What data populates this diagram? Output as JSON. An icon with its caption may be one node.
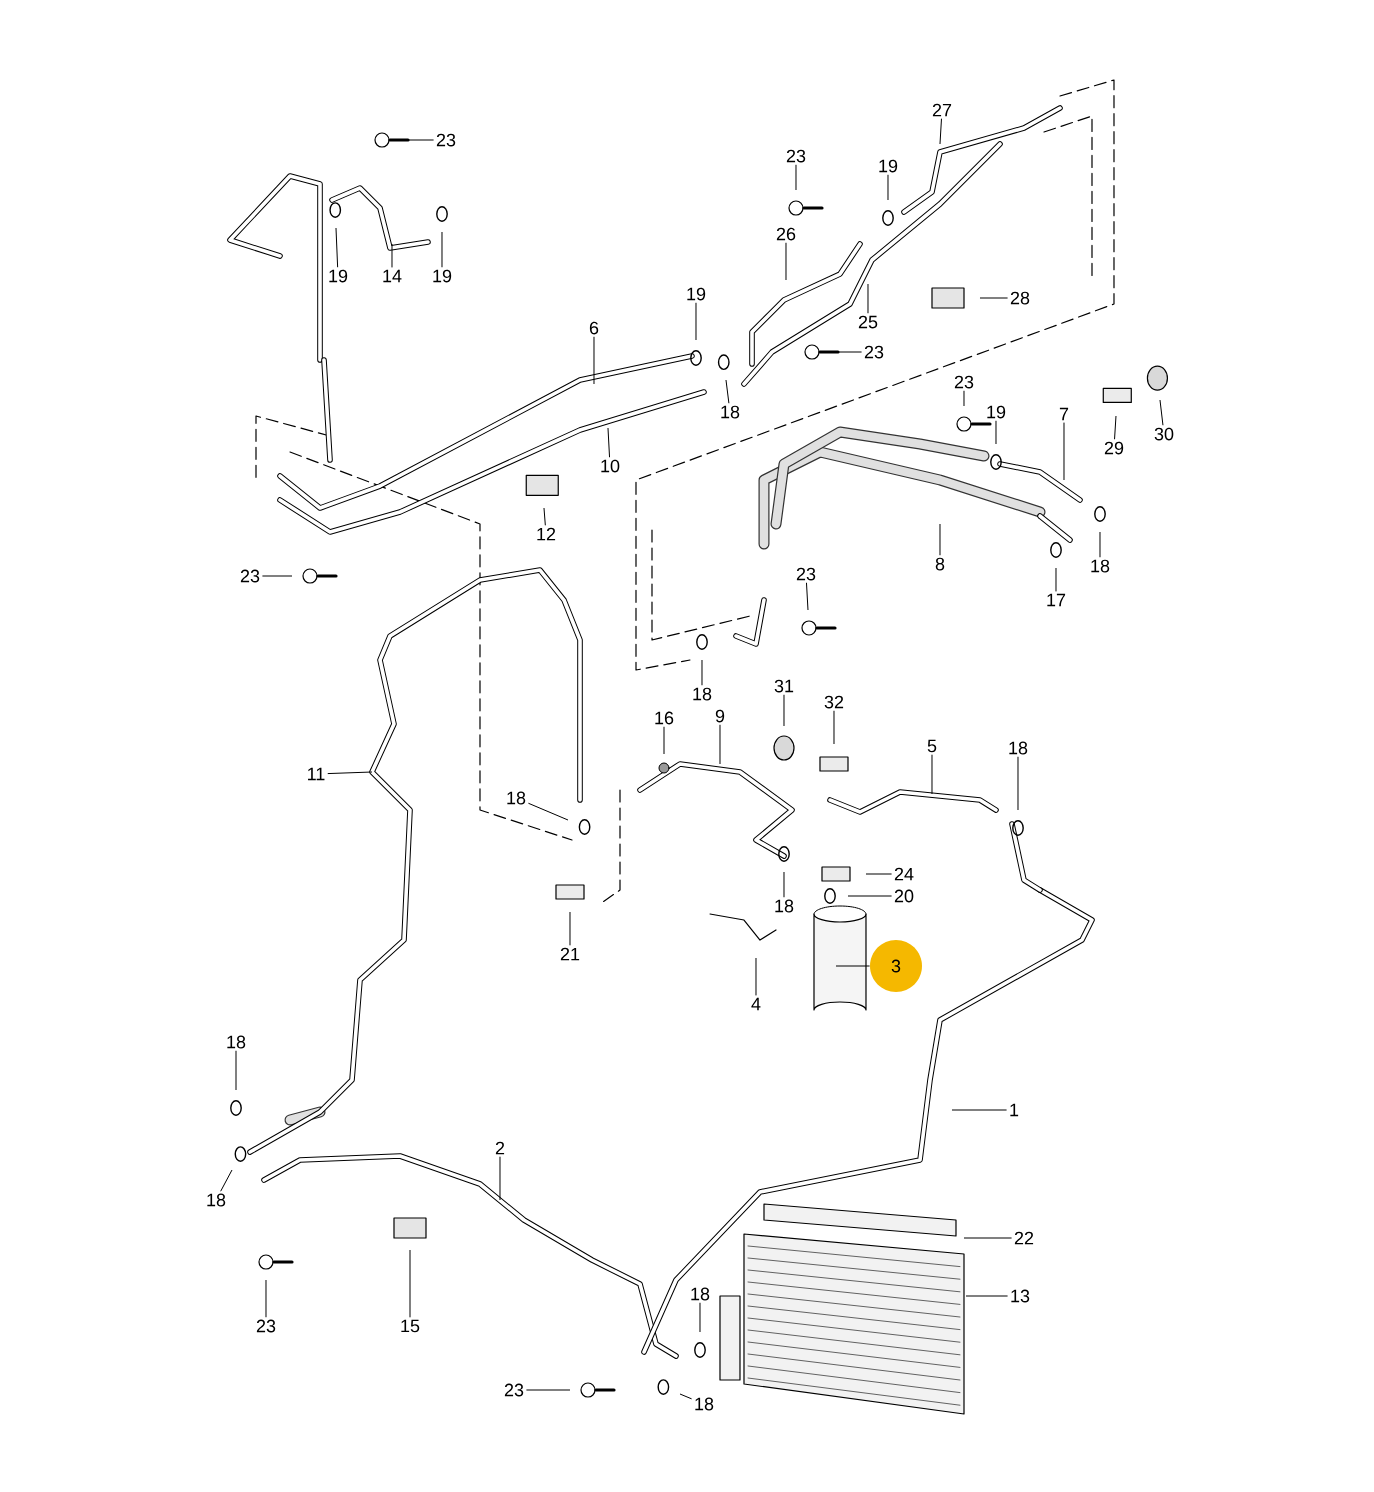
{
  "diagram": {
    "nodes": [
      {
        "text": [
          "23"
        ]
      },
      {
        "text": [
          "27"
        ]
      },
      {
        "text": [
          "23"
        ]
      },
      {
        "text": [
          "19"
        ]
      },
      {
        "text": [
          "26"
        ]
      },
      {
        "text": [
          "19"
        ]
      },
      {
        "text": [
          "14"
        ]
      },
      {
        "text": [
          "19"
        ]
      },
      {
        "text": [
          "19"
        ]
      },
      {
        "text": [
          "28"
        ]
      },
      {
        "text": [
          "25"
        ]
      },
      {
        "text": [
          "6"
        ]
      },
      {
        "text": [
          "23"
        ]
      },
      {
        "text": [
          "18"
        ]
      },
      {
        "text": [
          "23"
        ]
      },
      {
        "text": [
          "19"
        ]
      },
      {
        "text": [
          "7"
        ]
      },
      {
        "text": [
          "30"
        ]
      },
      {
        "text": [
          "29"
        ]
      },
      {
        "text": [
          "10"
        ]
      },
      {
        "text": [
          "12"
        ]
      },
      {
        "text": [
          "8"
        ]
      },
      {
        "text": [
          "18"
        ]
      },
      {
        "text": [
          "23"
        ]
      },
      {
        "text": [
          "23"
        ]
      },
      {
        "text": [
          "17"
        ]
      },
      {
        "text": [
          "18"
        ]
      },
      {
        "text": [
          "31"
        ]
      },
      {
        "text": [
          "32"
        ]
      },
      {
        "text": [
          "16"
        ]
      },
      {
        "text": [
          "9"
        ]
      },
      {
        "text": [
          "5"
        ]
      },
      {
        "text": [
          "18"
        ]
      },
      {
        "text": [
          "11"
        ]
      },
      {
        "text": [
          "18"
        ]
      },
      {
        "text": [
          "24"
        ]
      },
      {
        "text": [
          "20"
        ]
      },
      {
        "text": [
          "18"
        ]
      },
      {
        "text": [
          "21"
        ]
      },
      {
        "text": [
          "3"
        ]
      },
      {
        "text": [
          "4"
        ]
      },
      {
        "text": [
          "18"
        ]
      },
      {
        "text": [
          "1"
        ]
      },
      {
        "text": [
          "2"
        ]
      },
      {
        "text": [
          "18"
        ]
      },
      {
        "text": [
          "22"
        ]
      },
      {
        "text": [
          "13"
        ]
      },
      {
        "text": [
          "18"
        ]
      },
      {
        "text": [
          "23"
        ]
      },
      {
        "text": [
          "15"
        ]
      },
      {
        "text": [
          "23"
        ]
      },
      {
        "text": [
          "18"
        ]
      }
    ],
    "edges": [
      {
        "from": 0,
        "to": null,
        "arrow": "none"
      },
      {
        "from": 1,
        "to": null,
        "arrow": "none"
      },
      {
        "from": 2,
        "to": null,
        "arrow": "none"
      },
      {
        "from": 3,
        "to": null,
        "arrow": "none"
      },
      {
        "from": 4,
        "to": null,
        "arrow": "none"
      },
      {
        "from": 5,
        "to": null,
        "arrow": "none"
      },
      {
        "from": 6,
        "to": null,
        "arrow": "none"
      },
      {
        "from": 7,
        "to": null,
        "arrow": "none"
      },
      {
        "from": 8,
        "to": null,
        "arrow": "none"
      },
      {
        "from": 9,
        "to": null,
        "arrow": "none"
      },
      {
        "from": 10,
        "to": null,
        "arrow": "none"
      },
      {
        "from": 11,
        "to": null,
        "arrow": "none"
      },
      {
        "from": 12,
        "to": null,
        "arrow": "none"
      },
      {
        "from": 13,
        "to": null,
        "arrow": "none"
      },
      {
        "from": 14,
        "to": null,
        "arrow": "none"
      },
      {
        "from": 15,
        "to": null,
        "arrow": "none"
      },
      {
        "from": 16,
        "to": null,
        "arrow": "none"
      },
      {
        "from": 17,
        "to": null,
        "arrow": "none"
      },
      {
        "from": 18,
        "to": null,
        "arrow": "none"
      },
      {
        "from": 19,
        "to": null,
        "arrow": "none"
      },
      {
        "from": 20,
        "to": null,
        "arrow": "none"
      },
      {
        "from": 21,
        "to": null,
        "arrow": "none"
      },
      {
        "from": 22,
        "to": null,
        "arrow": "none"
      },
      {
        "from": 23,
        "to": null,
        "arrow": "none"
      },
      {
        "from": 24,
        "to": null,
        "arrow": "none"
      },
      {
        "from": 25,
        "to": null,
        "arrow": "none"
      },
      {
        "from": 26,
        "to": null,
        "arrow": "none"
      },
      {
        "from": 27,
        "to": null,
        "arrow": "none"
      },
      {
        "from": 28,
        "to": null,
        "arrow": "none"
      },
      {
        "from": 29,
        "to": null,
        "arrow": "none"
      },
      {
        "from": 30,
        "to": null,
        "arrow": "none"
      },
      {
        "from": 31,
        "to": null,
        "arrow": "none"
      },
      {
        "from": 32,
        "to": null,
        "arrow": "none"
      },
      {
        "from": 33,
        "to": null,
        "arrow": "none"
      },
      {
        "from": 34,
        "to": null,
        "arrow": "none"
      },
      {
        "from": 35,
        "to": null,
        "arrow": "none"
      },
      {
        "from": 36,
        "to": null,
        "arrow": "none"
      },
      {
        "from": 37,
        "to": null,
        "arrow": "none"
      },
      {
        "from": 38,
        "to": null,
        "arrow": "none"
      },
      {
        "from": 39,
        "to": null,
        "arrow": "none"
      },
      {
        "from": 40,
        "to": null,
        "arrow": "none"
      },
      {
        "from": 41,
        "to": null,
        "arrow": "none"
      },
      {
        "from": 42,
        "to": null,
        "arrow": "none"
      },
      {
        "from": 43,
        "to": null,
        "arrow": "none"
      },
      {
        "from": 44,
        "to": null,
        "arrow": "none"
      },
      {
        "from": 45,
        "to": null,
        "arrow": "none"
      },
      {
        "from": 46,
        "to": null,
        "arrow": "none"
      },
      {
        "from": 47,
        "to": null,
        "arrow": "none"
      },
      {
        "from": 48,
        "to": null,
        "arrow": "none"
      },
      {
        "from": 49,
        "to": null,
        "arrow": "none"
      },
      {
        "from": 50,
        "to": null,
        "arrow": "none"
      },
      {
        "from": 51,
        "to": null,
        "arrow": "none"
      }
    ]
  }
}
